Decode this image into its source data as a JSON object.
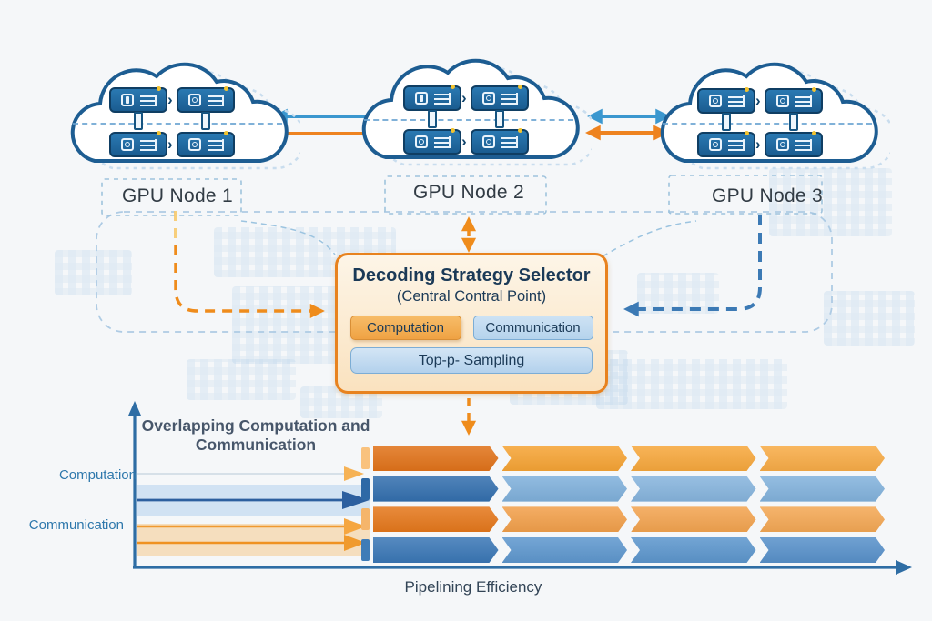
{
  "diagram": {
    "nodes": [
      {
        "label": "GPU Node 1"
      },
      {
        "label": "GPU Node 2"
      },
      {
        "label": "GPU Node 3"
      }
    ],
    "selector": {
      "title": "Decoding Strategy Selector",
      "subtitle": "(Central Contral Point)",
      "buttons": [
        {
          "label": "Computation"
        },
        {
          "label": "Communication"
        },
        {
          "label": "Top-p- Sampling"
        }
      ]
    }
  },
  "chart_data": {
    "type": "bar",
    "subtype": "horizontal-pipeline-gantt",
    "title": "Overlapping Computation and Communication",
    "xlabel": "Pipelining Efficiency",
    "row_labels": [
      "Computation",
      "Communication"
    ],
    "segments_per_row": 4,
    "rows": [
      {
        "name": "computation-stream-top",
        "lead_color": "#f9c27e",
        "segment_colors": [
          "#e1731a",
          "#f6a435",
          "#f7a83d",
          "#f8ac47"
        ]
      },
      {
        "name": "communication-stream-light-blue",
        "lead_color": "#2e69a6",
        "segment_colors": [
          "#336fae",
          "#7fb0db",
          "#86b4dd",
          "#82b2dc"
        ]
      },
      {
        "name": "computation-stream-bottom",
        "lead_color": "#f5b56b",
        "segment_colors": [
          "#e5781c",
          "#f2a04b",
          "#f3a450",
          "#f4a855"
        ]
      },
      {
        "name": "communication-stream-blue",
        "lead_color": "#3f7cb7",
        "segment_colors": [
          "#3a77b6",
          "#5e97ce",
          "#5c96cd",
          "#5891ca"
        ]
      }
    ]
  },
  "colors": {
    "background": "#f5f7f9",
    "cloud_stroke": "#1d5d92",
    "chip_fill": "#1f6aa5",
    "orange_accent": "#ee8320",
    "blue_accent": "#3b97cf",
    "dashed_blue": "#3c7ab5",
    "axis_blue": "#2e6da4",
    "selector_border": "#e8821e",
    "selector_fill": "#fbe9cd",
    "text_navy": "#1b3a57"
  }
}
